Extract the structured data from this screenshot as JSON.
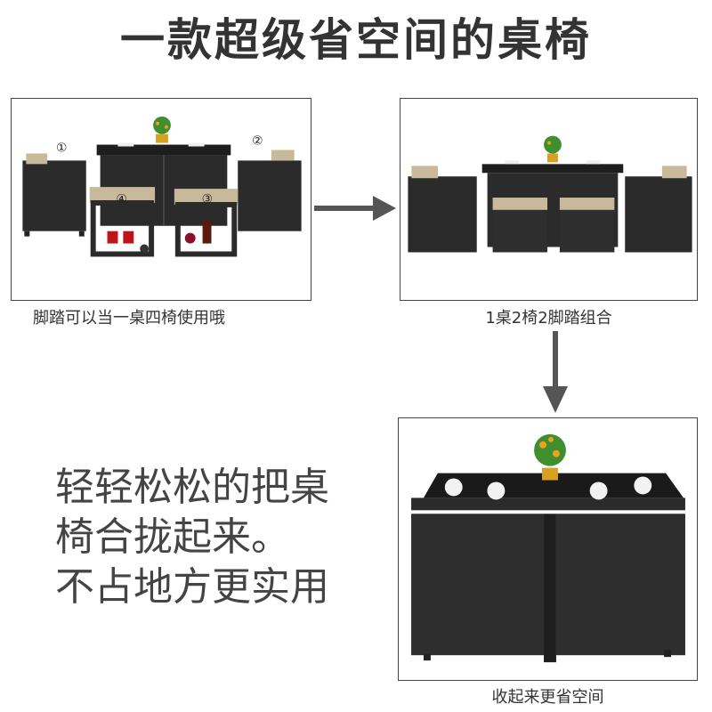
{
  "title": "一款超级省空间的桌椅",
  "panels": [
    {
      "caption": "脚踏可以当一桌四椅使用哦",
      "markers": [
        "①",
        "②",
        "③",
        "④"
      ]
    },
    {
      "caption": "1桌2椅2脚踏组合"
    },
    {
      "caption": "收起来更省空间"
    }
  ],
  "slogan": {
    "line1": "轻轻松松的把桌",
    "line2": "椅合拢起来。",
    "line3": "不占地方更实用"
  },
  "colors": {
    "rattan": "#2b2b2b",
    "cushion": "#c9b99b",
    "arrow": "#555555",
    "plant": "#3f8f2f",
    "orange": "#f0a020",
    "wine_red": "#c0141c"
  },
  "icons": [
    "arrow-right-icon",
    "arrow-down-icon"
  ]
}
